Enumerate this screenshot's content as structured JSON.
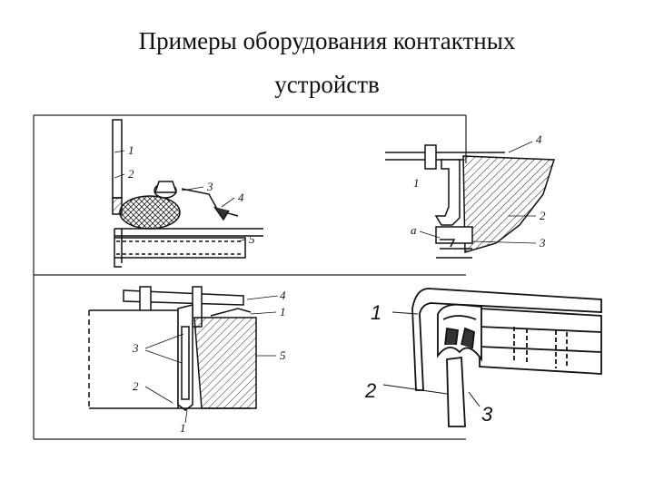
{
  "title": {
    "line1": "Примеры оборудования контактных",
    "line2": "устройств"
  },
  "panels": {
    "top_left": {
      "labels": [
        "1",
        "2",
        "3",
        "4",
        "5"
      ]
    },
    "top_right": {
      "labels": [
        "4",
        "1",
        "2",
        "а",
        "3"
      ]
    },
    "bottom_left": {
      "labels": [
        "4",
        "1",
        "3",
        "5",
        "2",
        "1"
      ]
    },
    "bottom_right": {
      "labels": [
        "1",
        "2",
        "3"
      ]
    }
  }
}
